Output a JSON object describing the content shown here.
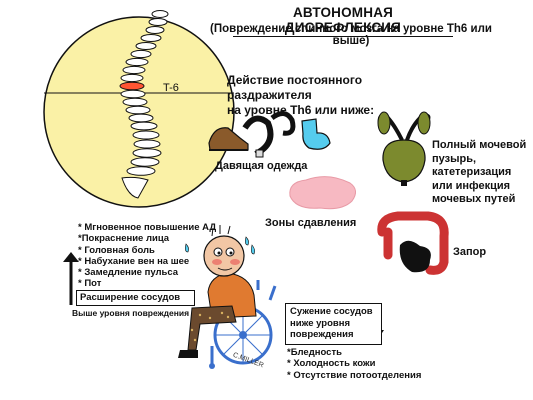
{
  "title": "АВТОНОМНАЯ ДИСРЕФЛЕКСИЯ",
  "subtitle": "(Повреждение спинного мозга на уровне Th6 или выше)",
  "trigger_text": [
    "Действие постоянного раздражителя",
    "на уровне Th6 или ниже:"
  ],
  "t6_label": "T-6",
  "labels": {
    "tight_clothing": "Давящая одежда",
    "pressure_zones": "Зоны сдавления",
    "bladder": [
      "Полный мочевой",
      "пузырь,",
      "катетеризация",
      "или инфекция",
      "мочевых путей"
    ],
    "constipation": "Запор"
  },
  "symptoms_above": [
    "* Мгновенное повышение АД",
    "*Покраснение лица",
    "* Головная боль",
    "* Набухание вен на шее",
    "* Замедление пульса",
    "* Пот"
  ],
  "vasodilation_label": "Расширение сосудов",
  "above_level_label": "Выше уровня повреждения",
  "vasoconstriction_label": [
    "Сужение сосудов",
    "ниже уровня",
    "повреждения"
  ],
  "symptoms_below": [
    "*Бледность",
    "* Холодность кожи",
    "* Отсутствие потоотделения"
  ],
  "signature": "C.MILLER",
  "colors": {
    "circle_fill": "#faf1a6",
    "bone_fill": "#ffffff",
    "t6_highlight": "#ff5533",
    "sock": "#55ccee",
    "shoe": "#8a5a2b",
    "pressure_zone": "#f7b9c2",
    "bladder": "#7c8a2e",
    "wheelchair_blue": "#3a6fcc",
    "colon_red": "#cc3333",
    "shirt": "#e07a30"
  }
}
